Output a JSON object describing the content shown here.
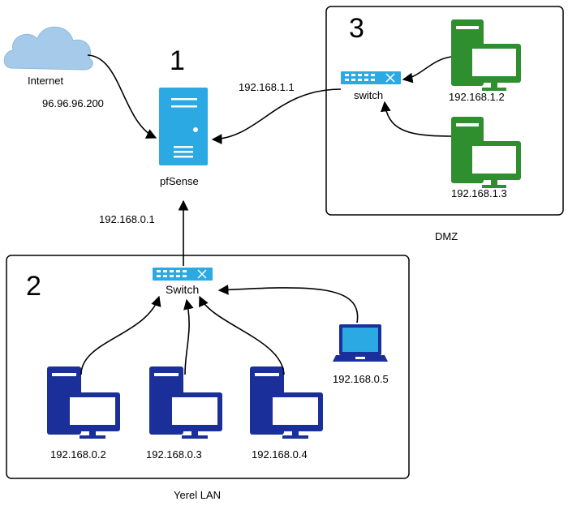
{
  "colors": {
    "cloud": "#a6cbea",
    "cloud_edge": "#8fb9df",
    "firewall": "#2aa9e3",
    "firewall_detail": "#ffffff",
    "switch": "#2aa9e3",
    "dmz_pc": "#2f8f2f",
    "lan_pc": "#1a2f9a",
    "laptop_screen": "#2aa9e3",
    "laptop_frame": "#1a2f9a",
    "zone_border": "#000000",
    "line": "#000000"
  },
  "internet": {
    "icon": "cloud-icon",
    "label": "Internet",
    "ip": "96.96.96.200"
  },
  "firewall": {
    "icon": "server-icon",
    "label": "pfSense",
    "zone_number": "1"
  },
  "dmz": {
    "zone_number": "3",
    "zone_label": "DMZ",
    "uplink_ip": "192.168.1.1",
    "switch_label": "switch",
    "hosts": [
      {
        "ip": "192.168.1.2",
        "icon": "desktop-pc-icon"
      },
      {
        "ip": "192.168.1.3",
        "icon": "desktop-pc-icon"
      }
    ]
  },
  "lan": {
    "zone_number": "2",
    "zone_label": "Yerel LAN",
    "uplink_ip": "192.168.0.1",
    "switch_label": "Switch",
    "hosts": [
      {
        "ip": "192.168.0.2",
        "icon": "desktop-pc-icon"
      },
      {
        "ip": "192.168.0.3",
        "icon": "desktop-pc-icon"
      },
      {
        "ip": "192.168.0.4",
        "icon": "desktop-pc-icon"
      },
      {
        "ip": "192.168.0.5",
        "icon": "laptop-icon"
      }
    ]
  }
}
